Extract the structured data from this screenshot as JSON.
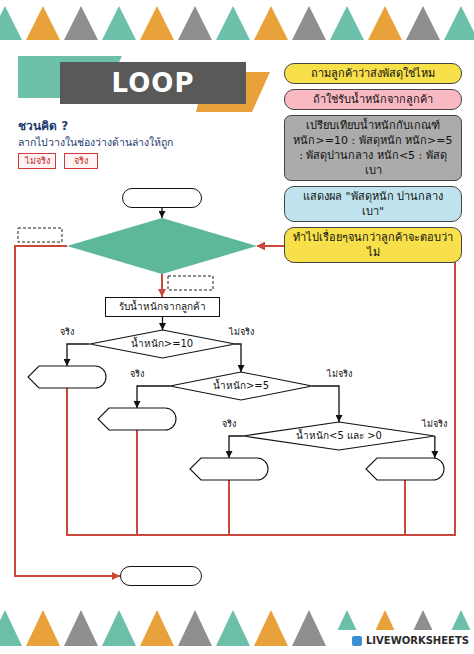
{
  "diagram": {
    "title": "LOOP",
    "nodes": [
      {
        "text": [
          "ถามลูกค้าว่าส่งพัสดุใช่ไหม"
        ]
      },
      {
        "text": [
          "ถ้าใช่รับน้ำหนักจากลูกค้า"
        ]
      },
      {
        "text": [
          "เปรียบเทียบน้ำหนักกับเกณฑ์ หนัก>=10 : พัสดุหนัก หนัก>=5 : พัสดุปานกลาง หนัก<5 : พัสดุเบา"
        ]
      },
      {
        "text": [
          "แสดงผล \"พัสดุหนัก ปานกลาง เบา\""
        ]
      },
      {
        "text": [
          "ทำไปเรื่อยๆจนกว่าลูกค้าจะตอบว่าไม่"
        ]
      },
      {
        "text": [
          "ไม่จริง"
        ]
      },
      {
        "text": [
          "จริง"
        ]
      },
      {
        "text": []
      },
      {
        "text": []
      },
      {
        "text": [
          "รับน้ำหนักจากลูกค้า"
        ]
      },
      {
        "text": [
          "น้ำหนัก>=10"
        ]
      },
      {
        "text": []
      },
      {
        "text": [
          "น้ำหนัก>=5"
        ]
      },
      {
        "text": []
      },
      {
        "text": [
          "น้ำหนัก<5 และ >0"
        ]
      },
      {
        "text": []
      },
      {
        "text": []
      },
      {
        "text": []
      }
    ],
    "edges": [
      {
        "from": 7,
        "to": 8,
        "arrow": "to"
      },
      {
        "from": 8,
        "to": 9,
        "arrow": "to"
      },
      {
        "from": 9,
        "to": 10,
        "arrow": "to"
      },
      {
        "from": 10,
        "to": 11,
        "label": "จริง",
        "arrow": "to"
      },
      {
        "from": 10,
        "to": 12,
        "label": "ไม่จริง",
        "arrow": "to"
      },
      {
        "from": 12,
        "to": 13,
        "label": "จริง",
        "arrow": "to"
      },
      {
        "from": 12,
        "to": 14,
        "label": "ไม่จริง",
        "arrow": "to"
      },
      {
        "from": 14,
        "to": 15,
        "label": "จริง",
        "arrow": "to"
      },
      {
        "from": 14,
        "to": 16,
        "label": "ไม่จริง",
        "arrow": "to"
      },
      {
        "from": 11,
        "to": 8,
        "arrow": "to"
      },
      {
        "from": 13,
        "to": 8,
        "arrow": "to"
      },
      {
        "from": 15,
        "to": 8,
        "arrow": "to"
      },
      {
        "from": 16,
        "to": 8,
        "arrow": "to"
      },
      {
        "from": 8,
        "to": 17,
        "arrow": "to"
      }
    ],
    "labels": [
      "ชวนคิด ?",
      "ลากไปวางในช่องว่างด้านล่างให้ถูก",
      "LIVEWORKSHEETS"
    ]
  }
}
